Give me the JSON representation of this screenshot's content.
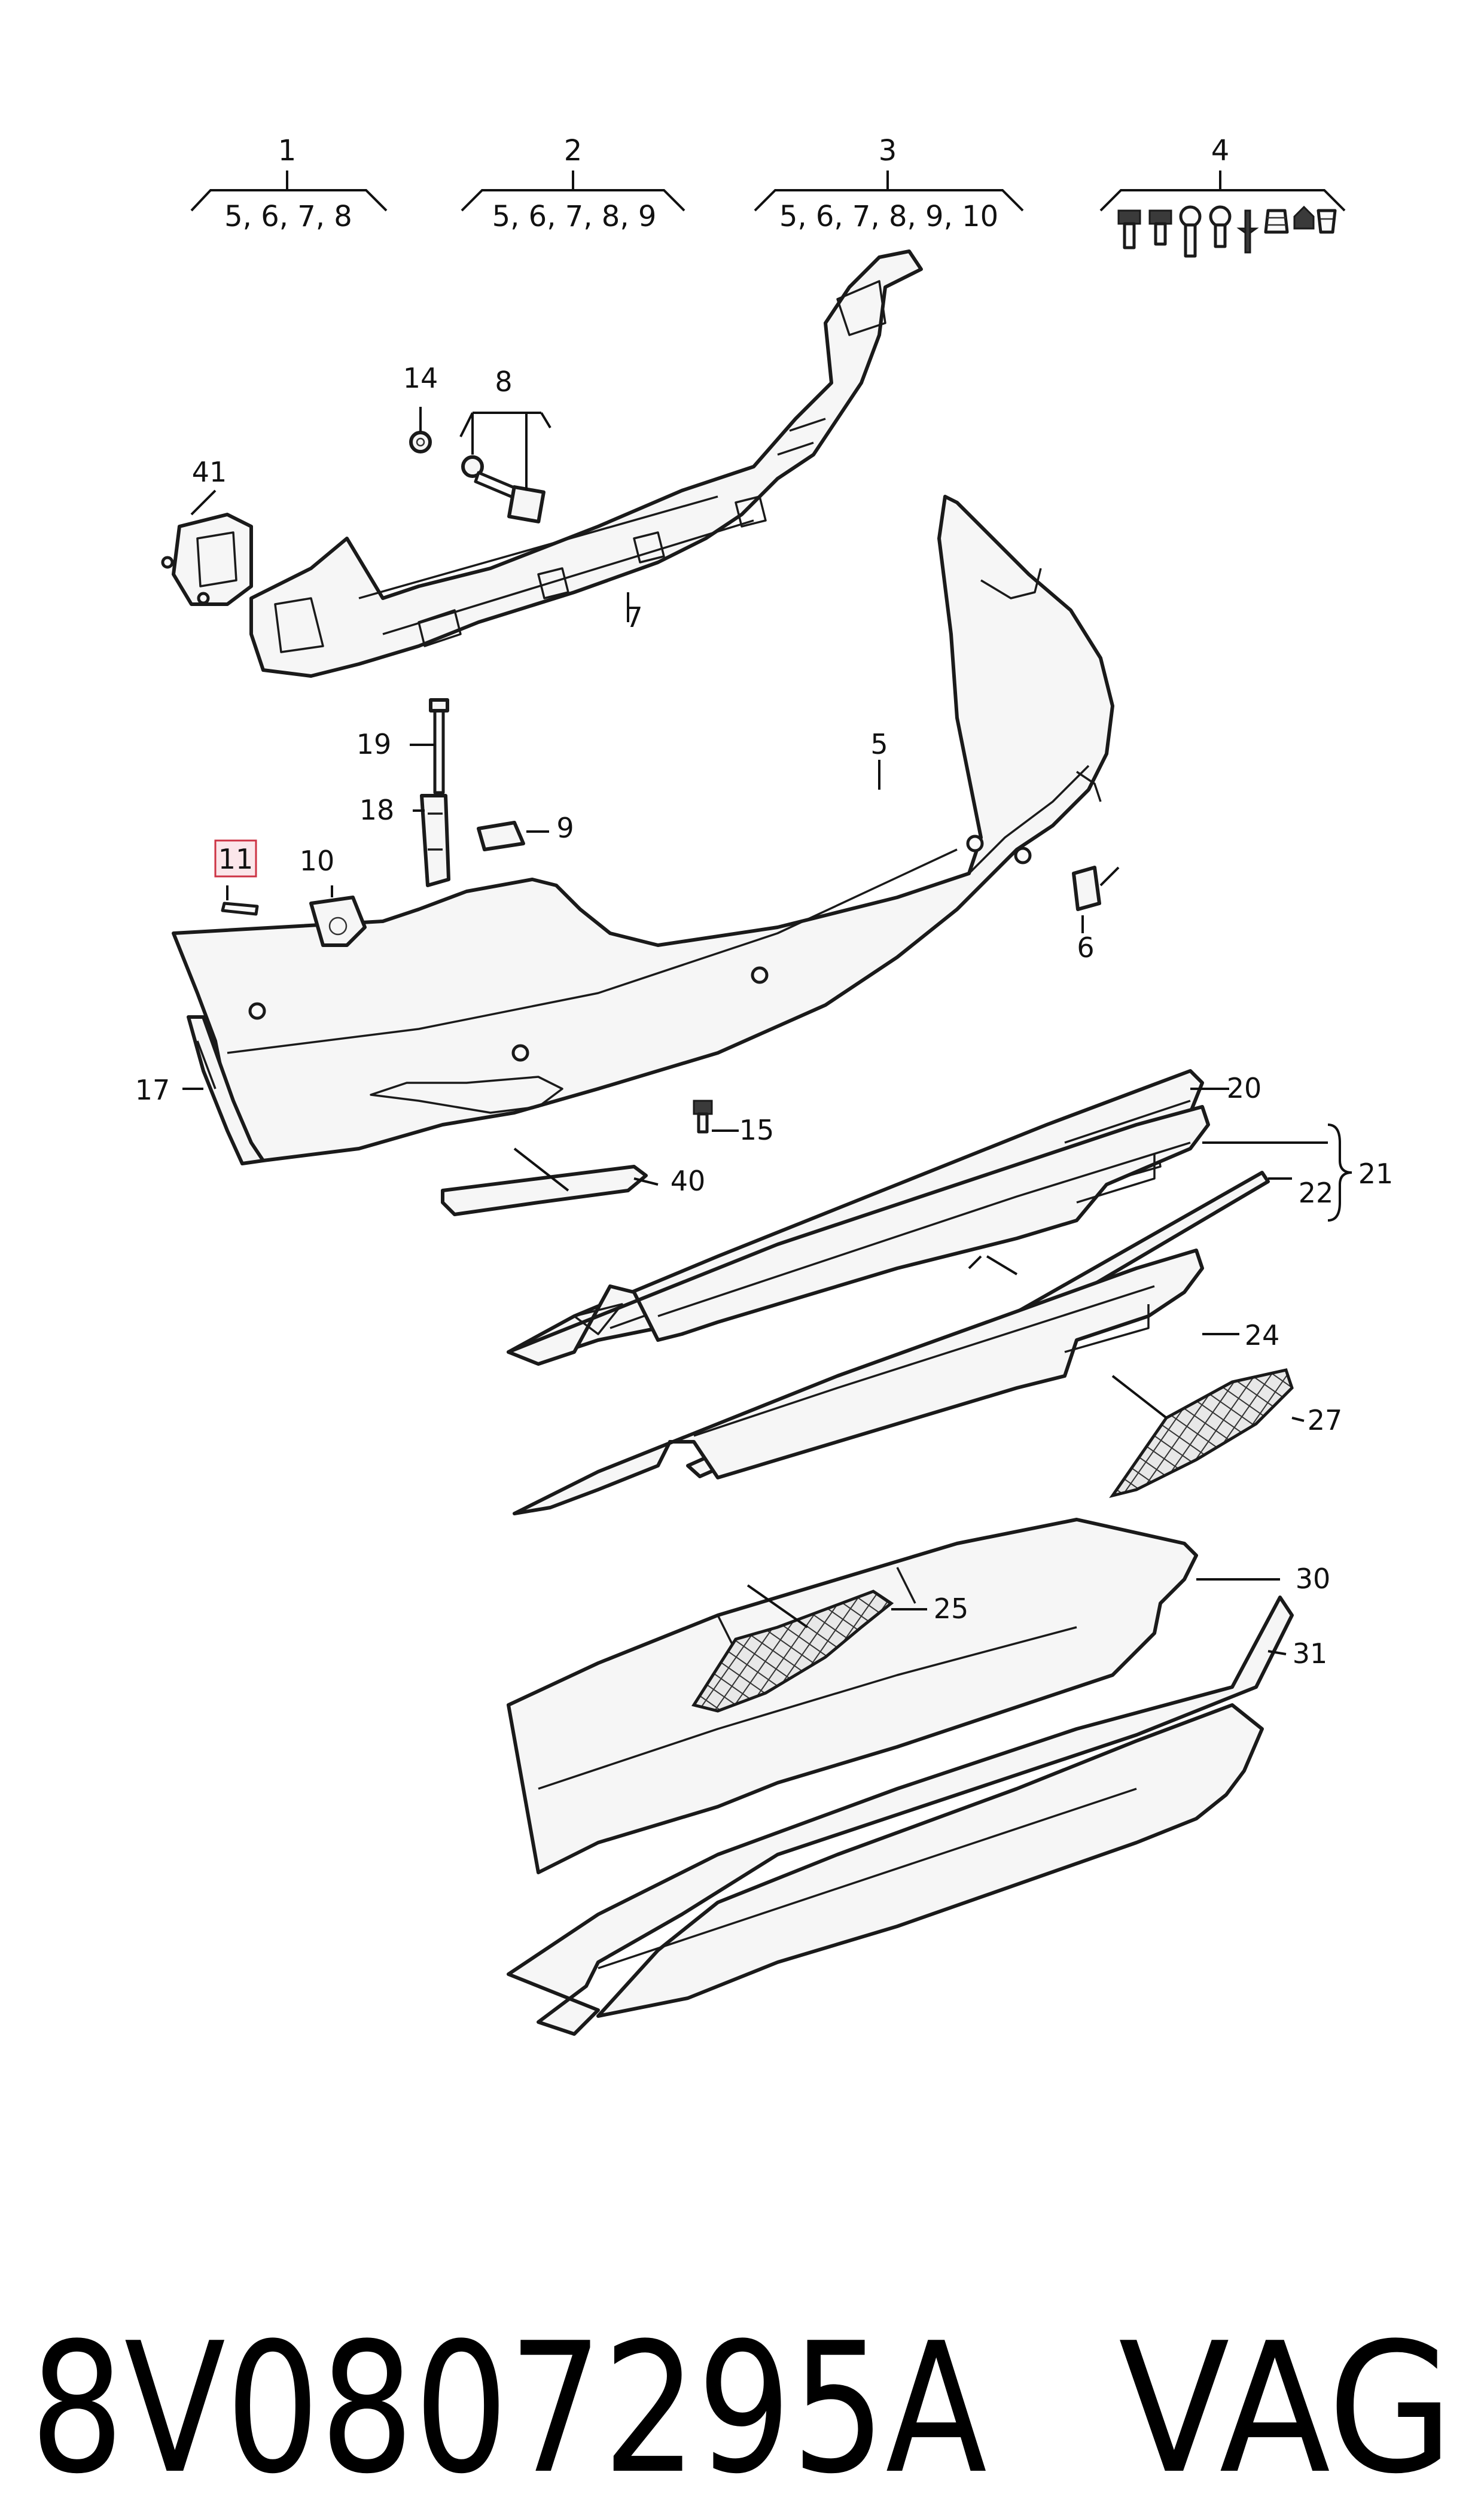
{
  "callouts": {
    "c1": "1",
    "c2": "2",
    "c3": "3",
    "c4": "4",
    "c5": "5",
    "c6": "6",
    "c7": "7",
    "c8": "8",
    "c9": "9",
    "c10": "10",
    "c11": "11",
    "c14": "14",
    "c15": "15",
    "c17": "17",
    "c18": "18",
    "c19": "19",
    "c20": "20",
    "c21": "21",
    "c22": "22",
    "c24": "24",
    "c25": "25",
    "c27": "27",
    "c30": "30",
    "c31": "31",
    "c40": "40",
    "c41": "41"
  },
  "groups": {
    "g1": "5, 6, 7, 8",
    "g2": "5, 6, 7, 8, 9",
    "g3": "5, 6, 7, 8, 9, 10"
  },
  "highlight_callout": "11",
  "footer": {
    "part_number": "8V0807295A",
    "brand": "VAG"
  },
  "colors": {
    "highlight_border": "#cc3344",
    "highlight_fill": "#fbe6ea",
    "line": "#1a1a1a"
  }
}
